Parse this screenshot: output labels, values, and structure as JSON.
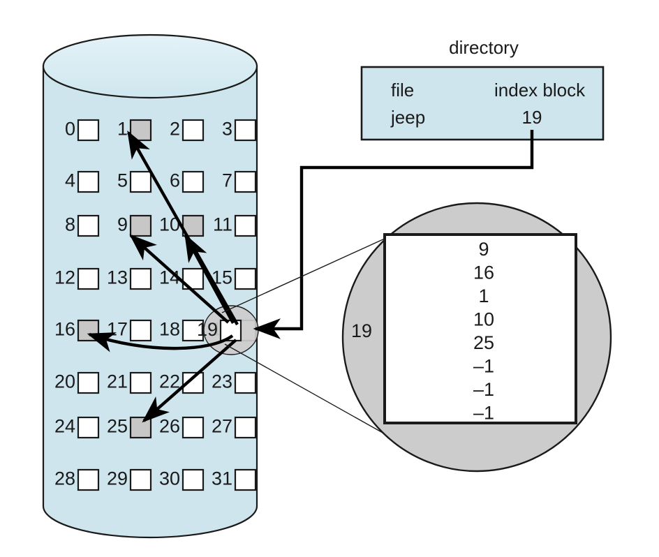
{
  "figure": {
    "caption": "",
    "colors": {
      "disk_fill": "#cfe5ee",
      "disk_top_fill": "#d8edf3",
      "disk_stroke": "#1a1a1a",
      "block_free_fill": "#ffffff",
      "block_used_fill": "#c7c7c7",
      "block_stroke": "#1a1a1a",
      "directory_fill": "#cfe5ee",
      "directory_stroke": "#1a1a1a",
      "magnifier_fill": "#cccccc",
      "magnifier_stroke": "#1a1a1a",
      "index_block_fill": "#ffffff",
      "index_block_stroke": "#1a1a1a",
      "arrow_color": "#000000",
      "leader_color": "#1a1a1a"
    }
  },
  "disk": {
    "name": "disk",
    "columns": 4,
    "rows": 8,
    "blocks": [
      {
        "id": 0,
        "label": "0",
        "used": false
      },
      {
        "id": 1,
        "label": "1",
        "used": true
      },
      {
        "id": 2,
        "label": "2",
        "used": false
      },
      {
        "id": 3,
        "label": "3",
        "used": false
      },
      {
        "id": 4,
        "label": "4",
        "used": false
      },
      {
        "id": 5,
        "label": "5",
        "used": false
      },
      {
        "id": 6,
        "label": "6",
        "used": false
      },
      {
        "id": 7,
        "label": "7",
        "used": false
      },
      {
        "id": 8,
        "label": "8",
        "used": false
      },
      {
        "id": 9,
        "label": "9",
        "used": true
      },
      {
        "id": 10,
        "label": "10",
        "used": true
      },
      {
        "id": 11,
        "label": "11",
        "used": false
      },
      {
        "id": 12,
        "label": "12",
        "used": false
      },
      {
        "id": 13,
        "label": "13",
        "used": false
      },
      {
        "id": 14,
        "label": "14",
        "used": false
      },
      {
        "id": 15,
        "label": "15",
        "used": false
      },
      {
        "id": 16,
        "label": "16",
        "used": true
      },
      {
        "id": 17,
        "label": "17",
        "used": false
      },
      {
        "id": 18,
        "label": "18",
        "used": false
      },
      {
        "id": 19,
        "label": "19",
        "used": false
      },
      {
        "id": 20,
        "label": "20",
        "used": false
      },
      {
        "id": 21,
        "label": "21",
        "used": false
      },
      {
        "id": 22,
        "label": "22",
        "used": false
      },
      {
        "id": 23,
        "label": "23",
        "used": false
      },
      {
        "id": 24,
        "label": "24",
        "used": false
      },
      {
        "id": 25,
        "label": "25",
        "used": true
      },
      {
        "id": 26,
        "label": "26",
        "used": false
      },
      {
        "id": 27,
        "label": "27",
        "used": false
      },
      {
        "id": 28,
        "label": "28",
        "used": false
      },
      {
        "id": 29,
        "label": "29",
        "used": false
      },
      {
        "id": 30,
        "label": "30",
        "used": false
      },
      {
        "id": 31,
        "label": "31",
        "used": false
      }
    ],
    "highlighted_block": "19",
    "pointer_targets": [
      1,
      9,
      10,
      16,
      25
    ]
  },
  "directory": {
    "title": "directory",
    "headers": {
      "file": "file",
      "index_block": "index block"
    },
    "row": {
      "file": "jeep",
      "index_block": "19"
    }
  },
  "index_block": {
    "label": "19",
    "entries": [
      "9",
      "16",
      "1",
      "10",
      "25",
      "–1",
      "–1",
      "–1"
    ]
  }
}
